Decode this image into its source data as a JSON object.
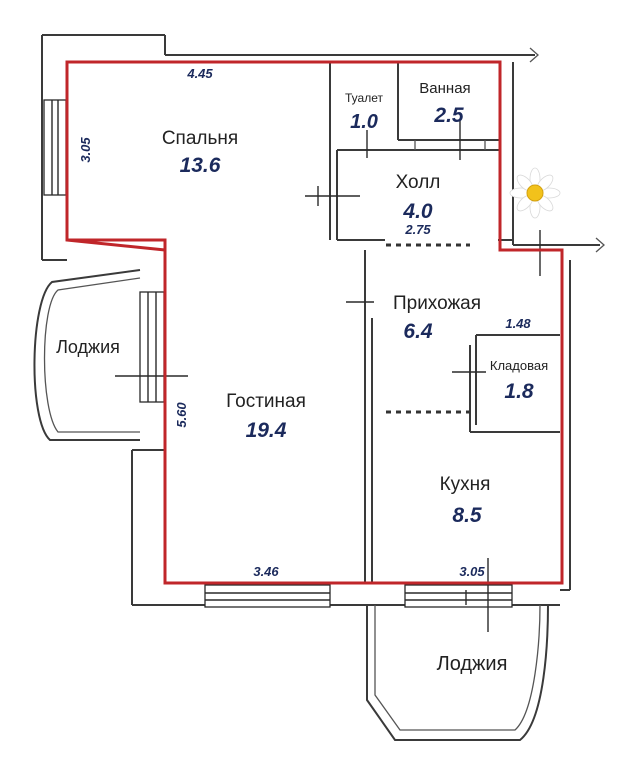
{
  "rooms": {
    "bedroom": {
      "name": "Спальня",
      "area": "13.6"
    },
    "toilet": {
      "name": "Туалет",
      "area": "1.0"
    },
    "bathroom": {
      "name": "Ванная",
      "area": "2.5"
    },
    "hall": {
      "name": "Холл",
      "area": "4.0"
    },
    "entrance": {
      "name": "Прихожая",
      "area": "6.4"
    },
    "storage": {
      "name": "Кладовая",
      "area": "1.8"
    },
    "living": {
      "name": "Гостиная",
      "area": "19.4"
    },
    "kitchen": {
      "name": "Кухня",
      "area": "8.5"
    },
    "loggia_left": {
      "name": "Лоджия"
    },
    "loggia_bottom": {
      "name": "Лоджия"
    }
  },
  "dimensions": {
    "bedroom_width": "4.45",
    "bedroom_depth": "3.05",
    "hall_width": "2.75",
    "storage_width": "1.48",
    "living_depth": "5.60",
    "living_width": "3.46",
    "kitchen_width": "3.05"
  },
  "colors": {
    "outline": "#c0262a",
    "walls": "#3a3a3a",
    "numbers": "#1b2a5c",
    "flower_petals": "#ffffff",
    "flower_center": "#f2c21b"
  },
  "decoration": {
    "icon": "daisy-icon"
  }
}
